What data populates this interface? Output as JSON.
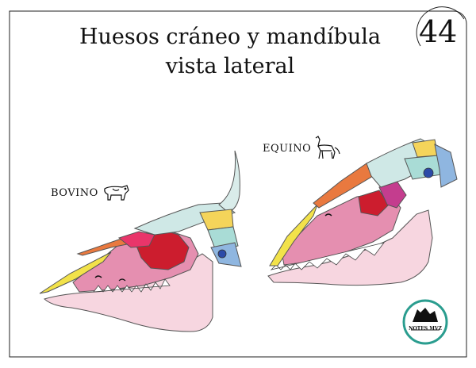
{
  "title": {
    "line1": "Huesos cráneo y mandíbula",
    "line2": "vista lateral"
  },
  "page_number": "44",
  "labels": {
    "bovino": "BOVINO",
    "equino": "EQUINO"
  },
  "logo": {
    "text": "NOTES MVZ"
  },
  "icons": {
    "cow": "cow-icon",
    "horse": "horse-icon",
    "logo": "notes-mvz-logo-icon"
  },
  "colors": {
    "mandible": "#f7d6e0",
    "nasal": "#e9793f",
    "incisive": "#f2e24a",
    "maxilla": "#e58fb0",
    "lacrimal": "#e9356a",
    "zygomatic": "#cc1d2e",
    "frontal": "#cfe8e6",
    "parietal": "#a9dcd6",
    "temporal": "#f4d45a",
    "occipital": "#8fb6e0",
    "horn": "#d9ecea"
  }
}
